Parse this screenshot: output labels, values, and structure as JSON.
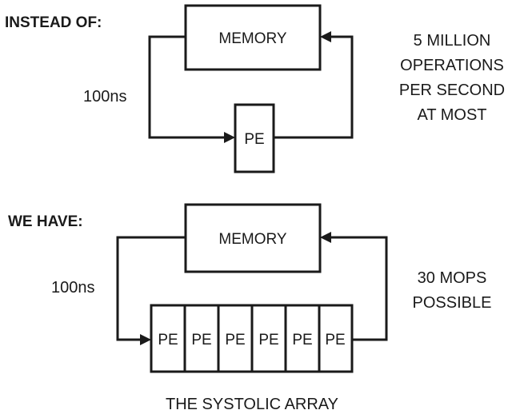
{
  "top": {
    "heading": "INSTEAD OF:",
    "memory_label": "MEMORY",
    "pe_label": "PE",
    "latency_label": "100ns",
    "note_lines": [
      "5 MILLION",
      "OPERATIONS",
      "PER SECOND",
      "AT MOST"
    ]
  },
  "bottom": {
    "heading": "WE HAVE:",
    "memory_label": "MEMORY",
    "pe_labels": [
      "PE",
      "PE",
      "PE",
      "PE",
      "PE",
      "PE"
    ],
    "latency_label": "100ns",
    "note_lines": [
      "30 MOPS",
      "POSSIBLE"
    ],
    "caption": "THE SYSTOLIC ARRAY"
  }
}
